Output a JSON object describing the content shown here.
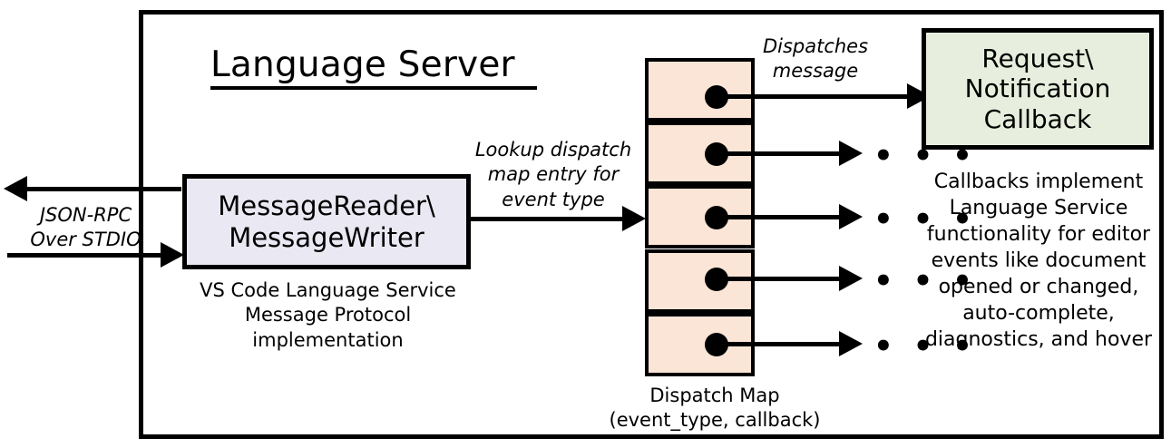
{
  "diagram": {
    "title": "Language Server",
    "frame_label": "language-server-boundary",
    "colors": {
      "reader_box_fill": "#eae8f2",
      "callback_box_fill": "#e7eedd",
      "dispatch_cell_fill": "#fbe5d6",
      "stroke": "#000000",
      "background": "#ffffff"
    }
  },
  "io": {
    "label": "JSON-RPC\nOver STDIO",
    "label_line1": "JSON-RPC",
    "label_line2": "Over STDIO",
    "outbound_arrow": "arrow-left-out",
    "inbound_arrow": "arrow-right-in"
  },
  "reader": {
    "title_line1": "MessageReader\\",
    "title_line2": "MessageWriter",
    "caption_line1": "VS Code Language Service",
    "caption_line2": "Message Protocol implementation"
  },
  "lookup_edge": {
    "line1": "Lookup dispatch",
    "line2": "map entry for",
    "line3": "event type"
  },
  "dispatch_map": {
    "caption_line1": "Dispatch Map",
    "caption_line2": "(event_type, callback)",
    "cells": [
      {
        "index": 1,
        "marker": "callback-dot",
        "target": "Request\\Notification Callback"
      },
      {
        "index": 2,
        "marker": "callback-dot",
        "target": "..."
      },
      {
        "index": 3,
        "marker": "callback-dot",
        "target": "..."
      },
      {
        "index": 4,
        "marker": "callback-dot",
        "target": "..."
      },
      {
        "index": 5,
        "marker": "callback-dot",
        "target": "..."
      }
    ],
    "ellipsis": "• • •"
  },
  "dispatch_edge": {
    "line1": "Dispatches",
    "line2": "message"
  },
  "callback": {
    "title_line1": "Request\\",
    "title_line2": "Notification",
    "title_line3": "Callback",
    "caption_line1": "Callbacks implement",
    "caption_line2": "Language Service",
    "caption_line3": "functionality for editor",
    "caption_line4": "events like document",
    "caption_line5": "opened or changed,",
    "caption_line6": "auto-complete,",
    "caption_line7": "diagnostics, and hover"
  }
}
